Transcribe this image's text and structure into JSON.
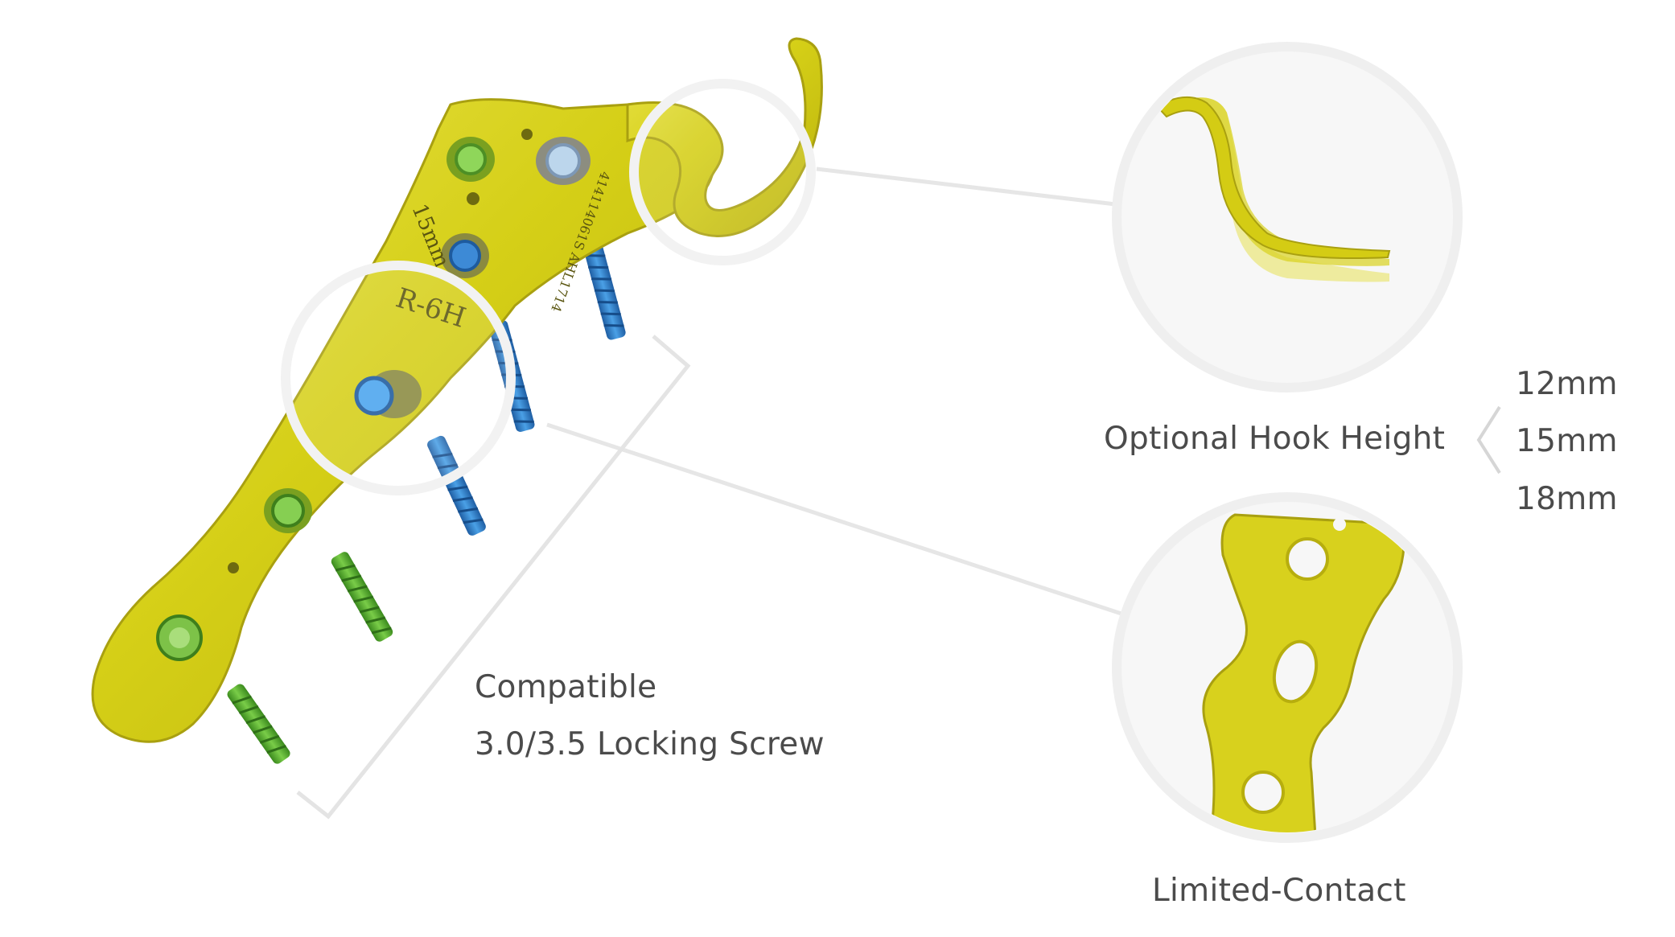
{
  "product": {
    "plate_engraving_size": "R-6H",
    "plate_engraving_height": "15mm",
    "plate_engraving_code": "414114061S AHL1714"
  },
  "callouts": {
    "compatible": {
      "line1": "Compatible",
      "line2": "3.0/3.5 Locking Screw"
    },
    "hook_height": {
      "label": "Optional Hook Height",
      "options": [
        "12mm",
        "15mm",
        "18mm"
      ]
    },
    "limited_contact": {
      "label": "Limited-Contact"
    }
  },
  "colors": {
    "plate_yellow": "#d8d21a",
    "screw_blue": "#2f7fc9",
    "screw_green": "#5fb336",
    "callout_ring": "#f0f0f0",
    "text": "#4b4b4b",
    "leader_line": "#e6e6e6"
  }
}
